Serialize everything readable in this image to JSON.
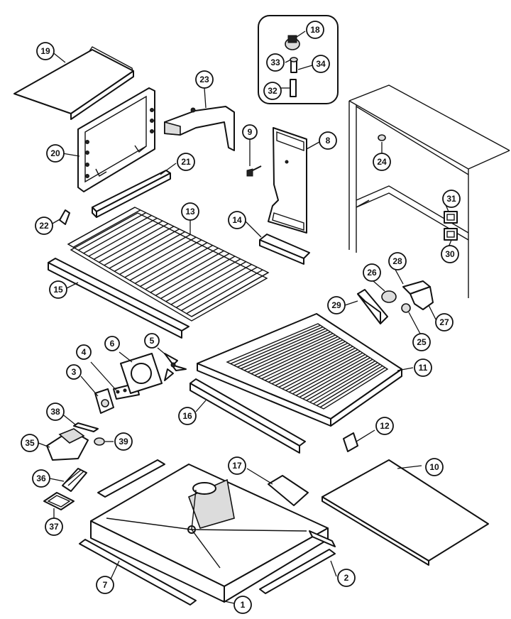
{
  "colors": {
    "ink": "#111111",
    "paper": "#ffffff",
    "shade": "#dcdcdc"
  },
  "callouts": {
    "c1": "1",
    "c2": "2",
    "c3": "3",
    "c4": "4",
    "c5": "5",
    "c6": "6",
    "c7": "7",
    "c8": "8",
    "c9": "9",
    "c10": "10",
    "c11": "11",
    "c12": "12",
    "c13": "13",
    "c14": "14",
    "c15": "15",
    "c16": "16",
    "c17": "17",
    "c18": "18",
    "c19": "19",
    "c20": "20",
    "c21": "21",
    "c22": "22",
    "c23": "23",
    "c24": "24",
    "c25": "25",
    "c26": "26",
    "c27": "27",
    "c28": "28",
    "c29": "29",
    "c30": "30",
    "c31": "31",
    "c32": "32",
    "c33": "33",
    "c34": "34",
    "c35": "35",
    "c36": "36",
    "c37": "37",
    "c38": "38",
    "c39": "39"
  }
}
